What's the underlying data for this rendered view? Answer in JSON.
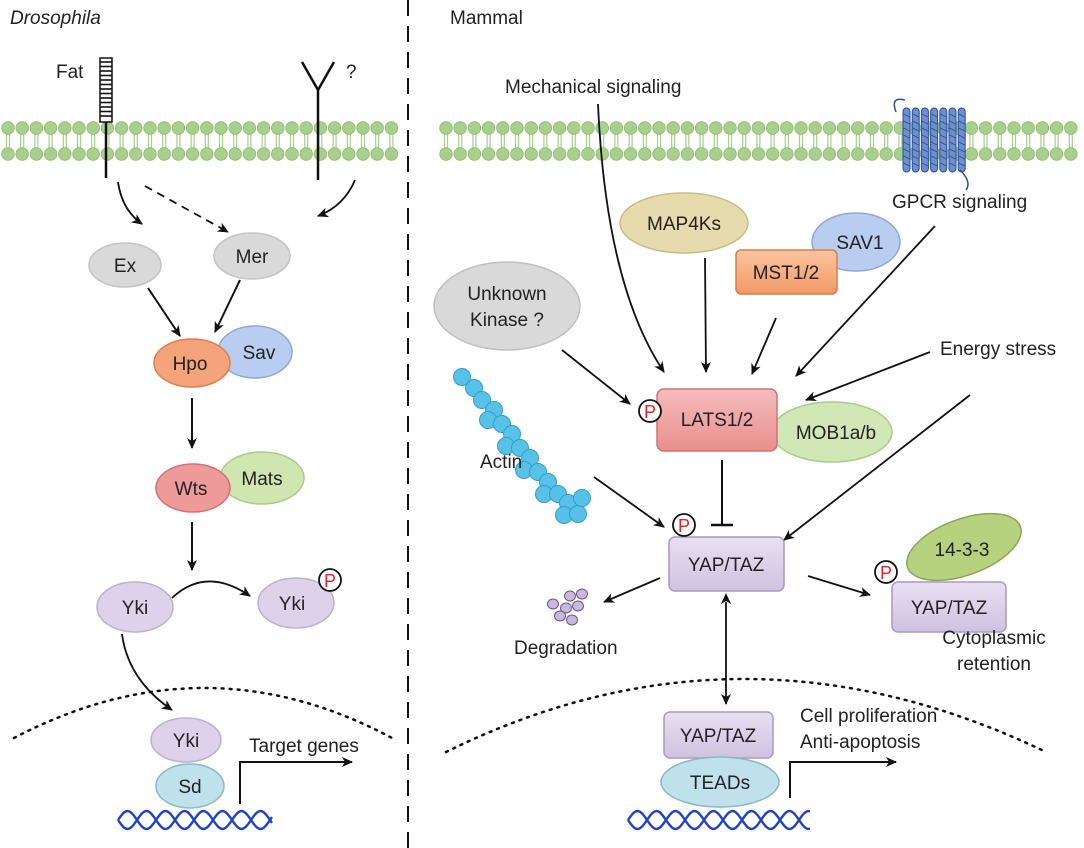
{
  "panels": {
    "left_title": "Drosophila",
    "right_title": "Mammal"
  },
  "drosophila": {
    "fat": "Fat",
    "question": "?",
    "ex": "Ex",
    "mer": "Mer",
    "hpo": "Hpo",
    "sav": "Sav",
    "wts": "Wts",
    "mats": "Mats",
    "yki": "Yki",
    "yki_p": "Yki",
    "yki_nuc": "Yki",
    "sd": "Sd",
    "target_genes": "Target genes",
    "phospho": "P"
  },
  "mammal": {
    "mechanical": "Mechanical signaling",
    "gpcr": "GPCR signaling",
    "map4ks": "MAP4Ks",
    "sav1": "SAV1",
    "mst": "MST1/2",
    "unknown_1": "Unknown",
    "unknown_2": "Kinase ?",
    "energy": "Energy stress",
    "lats": "LATS1/2",
    "mob": "MOB1a/b",
    "actin": "Actin",
    "yap": "YAP/TAZ",
    "p1433": "14-3-3",
    "yap_cyto": "YAP/TAZ",
    "degradation": "Degradation",
    "cyto_1": "Cytoplasmic",
    "cyto_2": "retention",
    "yap_nuc": "YAP/TAZ",
    "teads": "TEADs",
    "prolif": "Cell proliferation",
    "anti_apop": "Anti-apoptosis",
    "phospho": "P"
  },
  "colors": {
    "grey_node": "#d9d9d9",
    "hpo": "#f4a37a",
    "sav": "#b9cdf1",
    "wts": "#ef9a9a",
    "mats": "#cfe6b0",
    "yki": "#ddd2ea",
    "sd": "#bfe1ec",
    "map4ks": "#e5dbac",
    "mst": "#f8b083",
    "lats": "#f2a5a5",
    "mob": "#d1e8b6",
    "yap": "#ddd3ea",
    "p1433": "#b6d27e",
    "teads": "#bfe1ec",
    "actin": "#58c1e8",
    "membrane": "#a8d08d",
    "dna": "#1f3fcc",
    "phospho": "#e8202a"
  }
}
